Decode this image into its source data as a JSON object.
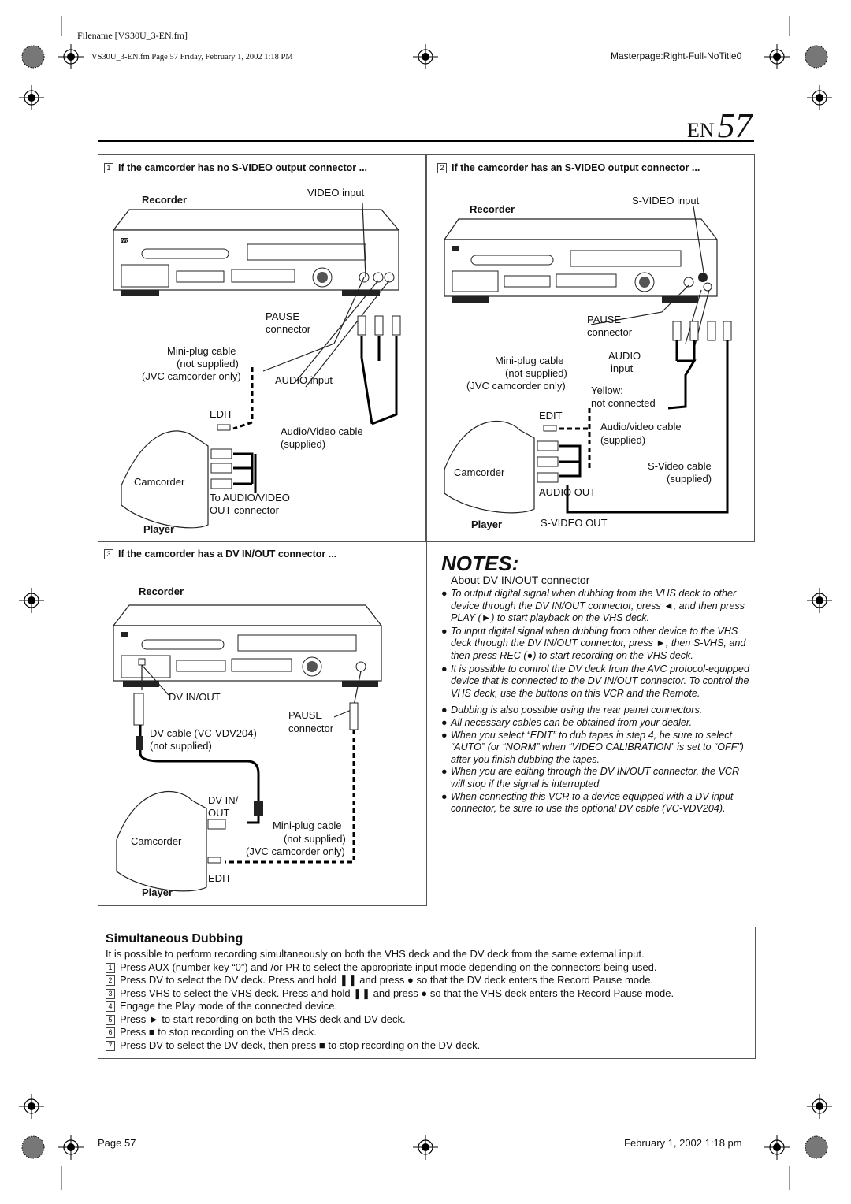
{
  "header": {
    "filename": "Filename [VS30U_3-EN.fm]",
    "fileline": "VS30U_3-EN.fm  Page 57  Friday, February 1, 2002  1:18 PM",
    "masterpage": "Masterpage:Right-Full-NoTitle0",
    "page_lang": "EN",
    "page_num": "57"
  },
  "panel1": {
    "step": "1",
    "title": "If the camcorder has no S-VIDEO output connector ...",
    "recorder": "Recorder",
    "video_input": "VIDEO input",
    "pause": "PAUSE",
    "connector": "connector",
    "mini_plug": "Mini-plug cable",
    "not_supplied": "(not supplied)",
    "jvc_only": "(JVC camcorder only)",
    "audio_input": "AUDIO input",
    "edit": "EDIT",
    "av_cable": "Audio/Video cable",
    "supplied": "(supplied)",
    "camcorder": "Camcorder",
    "to_av": "To AUDIO/VIDEO",
    "out_connector": "OUT connector",
    "player": "Player"
  },
  "panel2": {
    "step": "2",
    "title": "If the camcorder has an S-VIDEO output connector ...",
    "recorder": "Recorder",
    "svideo_input": "S-VIDEO input",
    "pause": "PAUSE",
    "connector": "connector",
    "audio": "AUDIO",
    "input": "input",
    "mini_plug": "Mini-plug cable",
    "not_supplied": "(not supplied)",
    "jvc_only": "(JVC camcorder only)",
    "yellow": "Yellow:",
    "not_connected": "not connected",
    "edit": "EDIT",
    "av_cable": "Audio/video cable",
    "supplied": "(supplied)",
    "camcorder": "Camcorder",
    "svideo_cable": "S-Video cable",
    "supplied2": "(supplied)",
    "audio_out": "AUDIO OUT",
    "player": "Player",
    "svideo_out": "S-VIDEO OUT"
  },
  "panel3": {
    "step": "3",
    "title": "If the camcorder has a DV IN/OUT connector ...",
    "recorder": "Recorder",
    "dv_inout": "DV IN/OUT",
    "pause": "PAUSE",
    "connector": "connector",
    "dv_cable": "DV cable (VC-VDV204)",
    "not_supplied": "(not supplied)",
    "dv_in": "DV IN/",
    "out": "OUT",
    "mini_plug": "Mini-plug cable",
    "not_supplied2": "(not supplied)",
    "jvc_only": "(JVC camcorder only)",
    "camcorder": "Camcorder",
    "edit": "EDIT",
    "player": "Player"
  },
  "brand": "JVC",
  "notes": {
    "heading": "NOTES:",
    "subheading": "About DV IN/OUT connector",
    "items": [
      "To output digital signal when dubbing from the VHS deck to other device through the DV IN/OUT connector, press ◄, and then press PLAY (►) to start playback on the VHS deck.",
      "To input digital signal when dubbing from other device to the VHS deck through the DV IN/OUT connector, press ►, then S-VHS, and then press REC (●) to start recording on the VHS deck.",
      "It is possible to control the DV deck from the AVC protocol-equipped device that is connected to the DV IN/OUT connector. To control the VHS deck, use the buttons on this VCR and the Remote.",
      "Dubbing is also possible using the rear panel connectors.",
      "All necessary cables can be obtained from your dealer.",
      "When you select “EDIT” to dub tapes in step 4, be sure to select “AUTO” (or “NORM” when “VIDEO CALIBRATION” is set to “OFF”) after you finish dubbing the tapes.",
      "When you are editing through the DV IN/OUT connector, the VCR will stop if the signal is interrupted.",
      "When connecting this VCR to a device equipped with a DV input connector, be sure to use the optional DV cable (VC-VDV204)."
    ]
  },
  "simul": {
    "title": "Simultaneous Dubbing",
    "intro": "It is possible to perform recording simultaneously on both the VHS deck and the DV deck from the same external input.",
    "steps": [
      {
        "n": "1",
        "text": "Press AUX (number key “0”) and /or PR to select the appropriate input mode depending on the connectors being used."
      },
      {
        "n": "2",
        "text": "Press DV to select the DV deck. Press and hold ❚❚ and press ● so that the DV deck enters the Record Pause mode."
      },
      {
        "n": "3",
        "text": "Press VHS to select the VHS deck. Press and hold ❚❚  and press ● so that the VHS deck enters the Record Pause mode."
      },
      {
        "n": "4",
        "text": "Engage the Play mode of the connected device."
      },
      {
        "n": "5",
        "text": "Press ►  to start recording on both the VHS deck and DV deck."
      },
      {
        "n": "6",
        "text": "Press ■ to stop recording on the VHS deck."
      },
      {
        "n": "7",
        "text": "Press DV to select the DV deck, then press ■ to stop recording on the DV deck."
      }
    ]
  },
  "footer": {
    "page": "Page 57",
    "date": "February 1, 2002  1:18 pm"
  }
}
